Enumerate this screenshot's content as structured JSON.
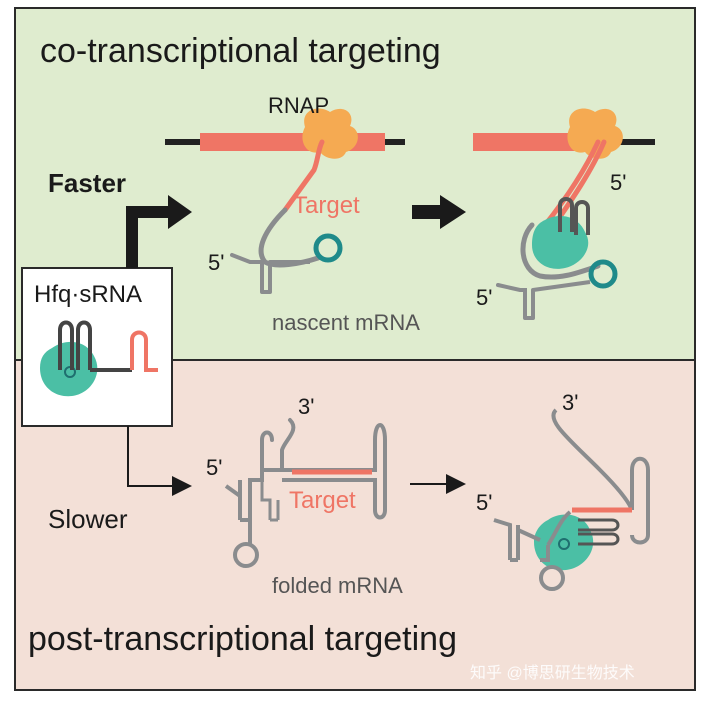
{
  "figure": {
    "top_title": "co-transcriptional targeting",
    "bottom_title": "post-transcriptional targeting",
    "colors": {
      "top_panel_bg": "#dfeccf",
      "bottom_panel_bg": "#f3e0d7",
      "rna_gray": "#8a8c8e",
      "target_salmon": "#ef7565",
      "rnap_orange": "#f5aa52",
      "hfq_teal": "#4bbfa5",
      "loop_teal": "#1f8a8a",
      "arrow_black": "#1a1a1a"
    },
    "complex_box": {
      "label": "Hfq·sRNA"
    },
    "faster_label": "Faster",
    "slower_label": "Slower",
    "top_panel": {
      "rnap_label": "RNAP",
      "target_label": "Target",
      "five_prime_left": "5'",
      "five_prime_right_top": "5'",
      "five_prime_right_bottom": "5'",
      "nascent_label": "nascent mRNA"
    },
    "bottom_panel": {
      "three_prime_left": "3'",
      "three_prime_right": "3'",
      "five_prime_left": "5'",
      "five_prime_right": "5'",
      "target_label": "Target",
      "folded_label": "folded mRNA"
    },
    "watermark": "知乎 @博思研生物技术"
  }
}
